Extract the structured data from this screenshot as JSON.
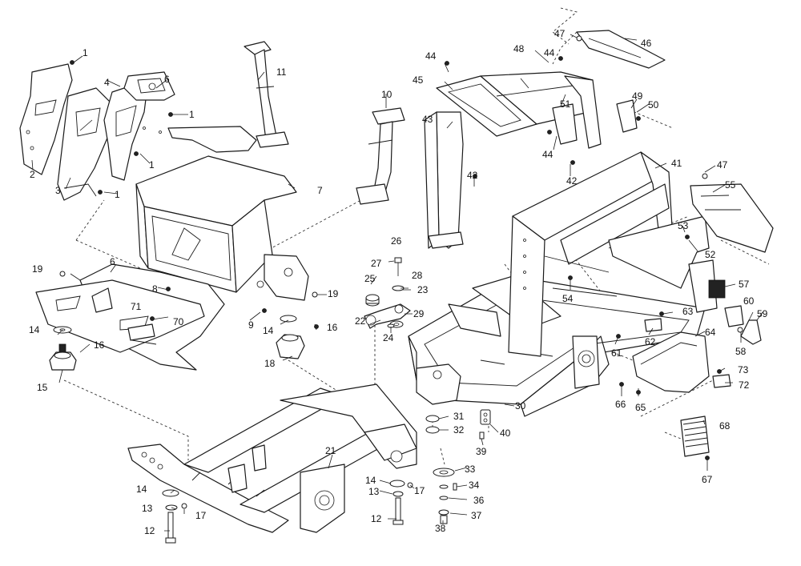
{
  "callouts": [
    {
      "id": "c1a",
      "label": "1"
    },
    {
      "id": "c1b",
      "label": "1"
    },
    {
      "id": "c1c",
      "label": "1"
    },
    {
      "id": "c1d",
      "label": "1"
    },
    {
      "id": "c2",
      "label": "2"
    },
    {
      "id": "c3",
      "label": "3"
    },
    {
      "id": "c4",
      "label": "4"
    },
    {
      "id": "c6a",
      "label": "6"
    },
    {
      "id": "c6b",
      "label": "6"
    },
    {
      "id": "c7",
      "label": "7"
    },
    {
      "id": "c8",
      "label": "8"
    },
    {
      "id": "c9",
      "label": "9"
    },
    {
      "id": "c10",
      "label": "10"
    },
    {
      "id": "c11",
      "label": "11"
    },
    {
      "id": "c12a",
      "label": "12"
    },
    {
      "id": "c12b",
      "label": "12"
    },
    {
      "id": "c13a",
      "label": "13"
    },
    {
      "id": "c13b",
      "label": "13"
    },
    {
      "id": "c14a",
      "label": "14"
    },
    {
      "id": "c14b",
      "label": "14"
    },
    {
      "id": "c14c",
      "label": "14"
    },
    {
      "id": "c14d",
      "label": "14"
    },
    {
      "id": "c15",
      "label": "15"
    },
    {
      "id": "c16a",
      "label": "16"
    },
    {
      "id": "c16b",
      "label": "16"
    },
    {
      "id": "c17a",
      "label": "17"
    },
    {
      "id": "c17b",
      "label": "17"
    },
    {
      "id": "c18",
      "label": "18"
    },
    {
      "id": "c19a",
      "label": "19"
    },
    {
      "id": "c19b",
      "label": "19"
    },
    {
      "id": "c21",
      "label": "21"
    },
    {
      "id": "c22",
      "label": "22"
    },
    {
      "id": "c23",
      "label": "23"
    },
    {
      "id": "c24",
      "label": "24"
    },
    {
      "id": "c25",
      "label": "25"
    },
    {
      "id": "c26",
      "label": "26"
    },
    {
      "id": "c27",
      "label": "27"
    },
    {
      "id": "c28",
      "label": "28"
    },
    {
      "id": "c29",
      "label": "29"
    },
    {
      "id": "c30",
      "label": "30"
    },
    {
      "id": "c31",
      "label": "31"
    },
    {
      "id": "c32",
      "label": "32"
    },
    {
      "id": "c33",
      "label": "33"
    },
    {
      "id": "c34",
      "label": "34"
    },
    {
      "id": "c36",
      "label": "36"
    },
    {
      "id": "c37",
      "label": "37"
    },
    {
      "id": "c38",
      "label": "38"
    },
    {
      "id": "c39",
      "label": "39"
    },
    {
      "id": "c40",
      "label": "40"
    },
    {
      "id": "c41",
      "label": "41"
    },
    {
      "id": "c42a",
      "label": "42"
    },
    {
      "id": "c42b",
      "label": "42"
    },
    {
      "id": "c43",
      "label": "43"
    },
    {
      "id": "c44a",
      "label": "44"
    },
    {
      "id": "c44b",
      "label": "44"
    },
    {
      "id": "c44c",
      "label": "44"
    },
    {
      "id": "c45",
      "label": "45"
    },
    {
      "id": "c46",
      "label": "46"
    },
    {
      "id": "c47a",
      "label": "47"
    },
    {
      "id": "c47b",
      "label": "47"
    },
    {
      "id": "c48",
      "label": "48"
    },
    {
      "id": "c49",
      "label": "49"
    },
    {
      "id": "c50",
      "label": "50"
    },
    {
      "id": "c51",
      "label": "51"
    },
    {
      "id": "c52",
      "label": "52"
    },
    {
      "id": "c53",
      "label": "53"
    },
    {
      "id": "c54",
      "label": "54"
    },
    {
      "id": "c55",
      "label": "55"
    },
    {
      "id": "c57",
      "label": "57"
    },
    {
      "id": "c58",
      "label": "58"
    },
    {
      "id": "c59",
      "label": "59"
    },
    {
      "id": "c60",
      "label": "60"
    },
    {
      "id": "c61",
      "label": "61"
    },
    {
      "id": "c62",
      "label": "62"
    },
    {
      "id": "c63",
      "label": "63"
    },
    {
      "id": "c64",
      "label": "64"
    },
    {
      "id": "c65",
      "label": "65"
    },
    {
      "id": "c66",
      "label": "66"
    },
    {
      "id": "c67",
      "label": "67"
    },
    {
      "id": "c68",
      "label": "68"
    },
    {
      "id": "c70",
      "label": "70"
    },
    {
      "id": "c71",
      "label": "71"
    },
    {
      "id": "c72",
      "label": "72"
    },
    {
      "id": "c73",
      "label": "73"
    }
  ]
}
